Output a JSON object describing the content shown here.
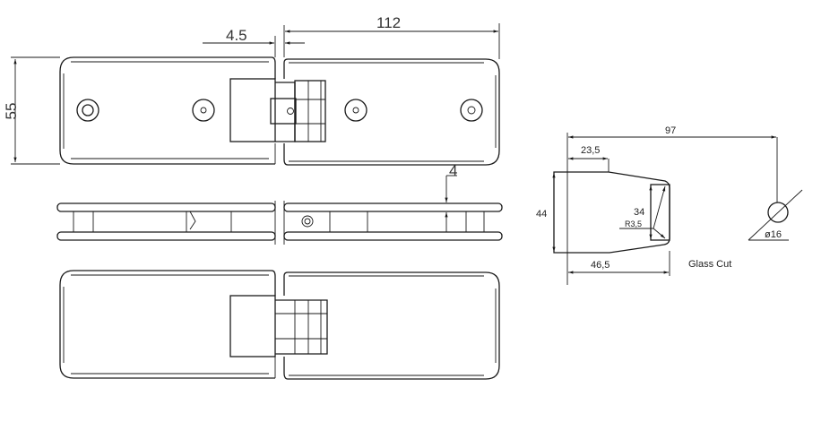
{
  "hinge_drawing": {
    "dimensions": {
      "gap": "4.5",
      "plate_length": "112",
      "height": "55",
      "thickness": "4"
    }
  },
  "glass_cut": {
    "label": "Glass Cut",
    "dimensions": {
      "hole_offset": "97",
      "notch_depth": "23,5",
      "cut_height": "44",
      "inner_height": "34",
      "radius": "R3,5",
      "cut_width": "46,5",
      "hole_diameter": "ø16"
    }
  }
}
